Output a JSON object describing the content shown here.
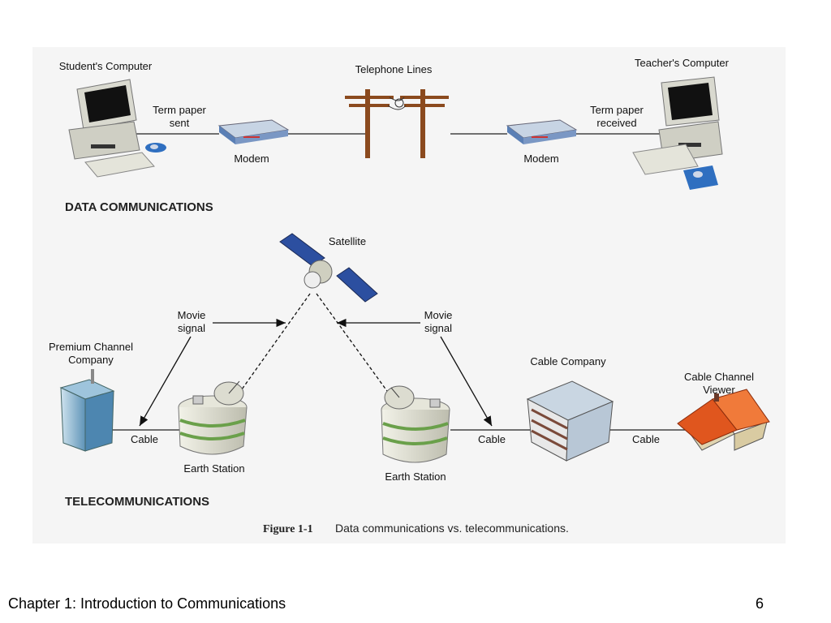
{
  "data_comm": {
    "student_computer": "Student's Computer",
    "term_paper_sent": [
      "Term paper",
      "sent"
    ],
    "modem_left": "Modem",
    "telephone_lines": "Telephone Lines",
    "modem_right": "Modem",
    "term_paper_received": [
      "Term paper",
      "received"
    ],
    "teacher_computer": "Teacher's Computer",
    "section_title": "DATA COMMUNICATIONS"
  },
  "telecom": {
    "satellite": "Satellite",
    "movie_signal_left": [
      "Movie",
      "signal"
    ],
    "movie_signal_right": [
      "Movie",
      "signal"
    ],
    "premium_channel": [
      "Premium Channel",
      "Company"
    ],
    "cable_left": "Cable",
    "earth_station_left": "Earth Station",
    "earth_station_right": "Earth Station",
    "cable_middle": "Cable",
    "cable_company": "Cable Company",
    "cable_right": "Cable",
    "cable_viewer": [
      "Cable Channel",
      "Viewer"
    ],
    "section_title": "TELECOMMUNICATIONS"
  },
  "caption": {
    "figure_label": "Figure 1-1",
    "text": "Data communications vs. telecommunications."
  },
  "footer": {
    "chapter": "Chapter 1:  Introduction to Communications",
    "page_number": "6"
  }
}
